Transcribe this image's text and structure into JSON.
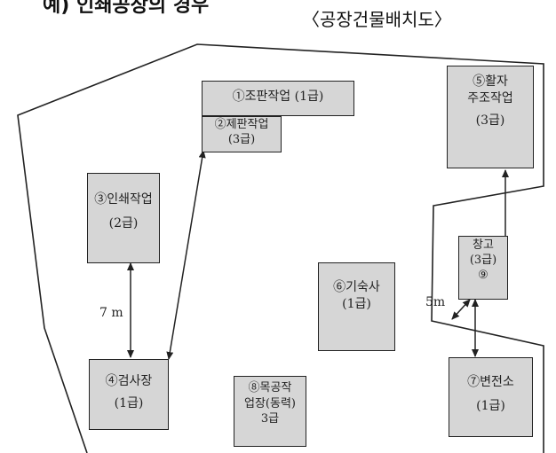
{
  "header": {
    "heading": "예) 인쇄공장의 경우",
    "title": "〈공장건물배치도〉"
  },
  "buildings": {
    "b1": {
      "lines": [
        "①조판작업 (1급)"
      ]
    },
    "b2": {
      "lines": [
        "②제판작업",
        "(3급)"
      ]
    },
    "b3": {
      "lines": [
        "③인쇄작업",
        "",
        "(2급)"
      ]
    },
    "b4": {
      "lines": [
        "④검사장",
        "",
        "(1급)"
      ]
    },
    "b5": {
      "lines": [
        "⑤활자",
        "주조작업",
        "",
        "(3급)"
      ]
    },
    "b6": {
      "lines": [
        "⑥기숙사",
        "(1급)"
      ]
    },
    "b7": {
      "lines": [
        "⑦변전소",
        "",
        "(1급)"
      ]
    },
    "b8": {
      "lines": [
        "⑧목공작",
        "업장(동력)",
        "3급"
      ]
    },
    "b9": {
      "lines": [
        "창고",
        "(3급)",
        "⑨"
      ]
    }
  },
  "dimensions": {
    "gap_7m": "7 m",
    "gap_5m": "5m"
  },
  "colors": {
    "building_fill": "#d6d6d6",
    "line": "#222222"
  }
}
